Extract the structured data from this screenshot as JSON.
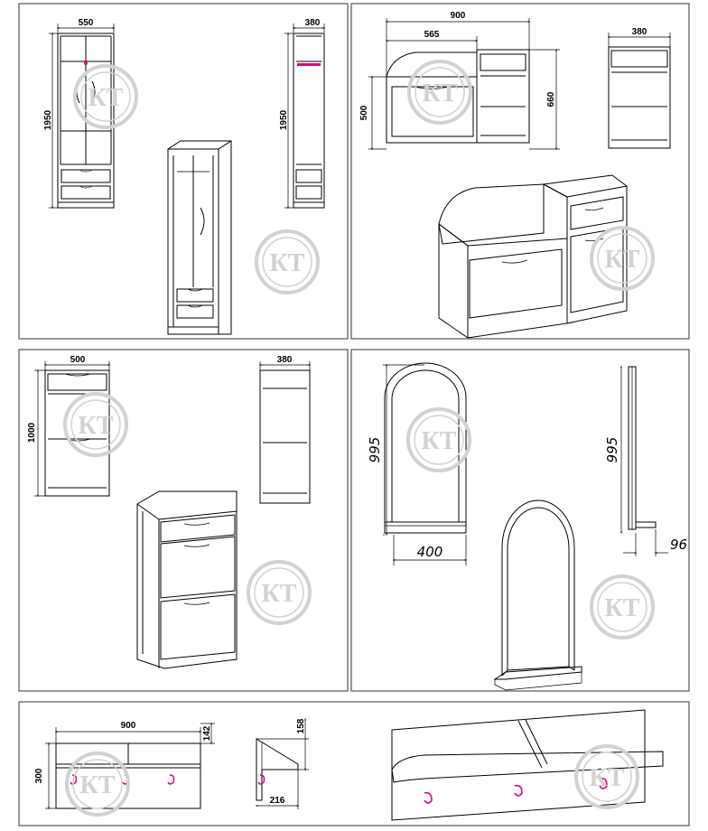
{
  "panels": {
    "wardrobe": {
      "front_width": "550",
      "height": "1950",
      "side_depth": "380",
      "side_height": "1950"
    },
    "shoe_bench": {
      "total_width": "900",
      "seat_width": "565",
      "seat_height": "500",
      "total_height": "660",
      "depth": "380"
    },
    "shoe_cabinet": {
      "width": "500",
      "height": "1000",
      "depth": "380"
    },
    "mirror": {
      "height": "995",
      "width": "400",
      "side_height": "995",
      "depth": "96"
    },
    "hanger": {
      "width": "900",
      "top_height": "142",
      "height": "300",
      "side_height": "158",
      "depth": "216"
    }
  },
  "watermark": {
    "text": "КТ",
    "color": "#d2d2d2"
  },
  "colors": {
    "line": "#000000",
    "accent": "#e0007a",
    "panel_border": "#555555"
  }
}
